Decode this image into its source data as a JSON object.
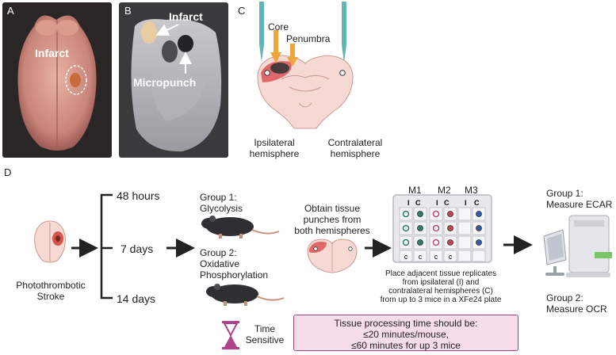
{
  "panel_a": {
    "letter": "A",
    "infarct_label": "Infarct"
  },
  "panel_b": {
    "letter": "B",
    "infarct_label": "Infarct",
    "micropunch_label": "Micropunch"
  },
  "panel_c": {
    "letter": "C",
    "core_label": "Core",
    "penumbra_label": "Penumbra",
    "ipsi_line1": "Ipsilateral",
    "ipsi_line2": "hemisphere",
    "contra_line1": "Contralateral",
    "contra_line2": "hemisphere"
  },
  "panel_d": {
    "letter": "D",
    "model_line1": "Photothrombotic",
    "model_line2": "Stroke",
    "timepoints": [
      "48 hours",
      "7 days",
      "14 days"
    ],
    "group1_line1": "Group 1:",
    "group1_line2": "Glycolysis",
    "group2_line1": "Group 2:",
    "group2_line2": "Oxidative",
    "group2_line3": "Phosphorylation",
    "punch_line1": "Obtain tissue",
    "punch_line2": "punches from",
    "punch_line3": "both hemispheres",
    "plate_mice": [
      "M1",
      "M2",
      "M3"
    ],
    "plate_col_i": "I",
    "plate_col_c": "C",
    "plate_bottom_label": "c",
    "plate_caption": [
      "Place adjacent tissue replicates",
      "from ipsilateral (I) and",
      "contralateral hemispheres (C)",
      "from up to 3 mice in a XFe24 plate"
    ],
    "measure1_line1": "Group 1:",
    "measure1_line2": "Measure ECAR",
    "measure2_line1": "Group 2:",
    "measure2_line2": "Measure OCR",
    "time_line1": "Time",
    "time_line2": "Sensitive",
    "warning_lines": [
      "Tissue processing time should be:",
      "≤20 minutes/mouse,",
      "≤60 minutes for up 3 mice"
    ]
  },
  "colors": {
    "brain_pink": "#f5d9d2",
    "infarct_red": "#d9534f",
    "hourglass": "#b0428a",
    "warning_fill": "#f7dceb",
    "warning_border": "#a0457a",
    "well_green": "#2e7d6b",
    "well_pink": "#b8477a",
    "well_red": "#c8414f",
    "well_blue": "#2f5ea8"
  }
}
